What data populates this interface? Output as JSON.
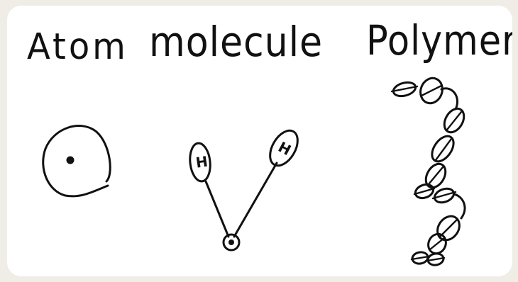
{
  "labels": {
    "atom": "Atom",
    "molecule": "molecule",
    "polymer": "Polymer"
  },
  "molecule_atoms": {
    "left_atom": "H",
    "right_atom": "H"
  },
  "colors": {
    "ink": "#111111",
    "paper": "#ffffff",
    "background": "#efede6"
  }
}
